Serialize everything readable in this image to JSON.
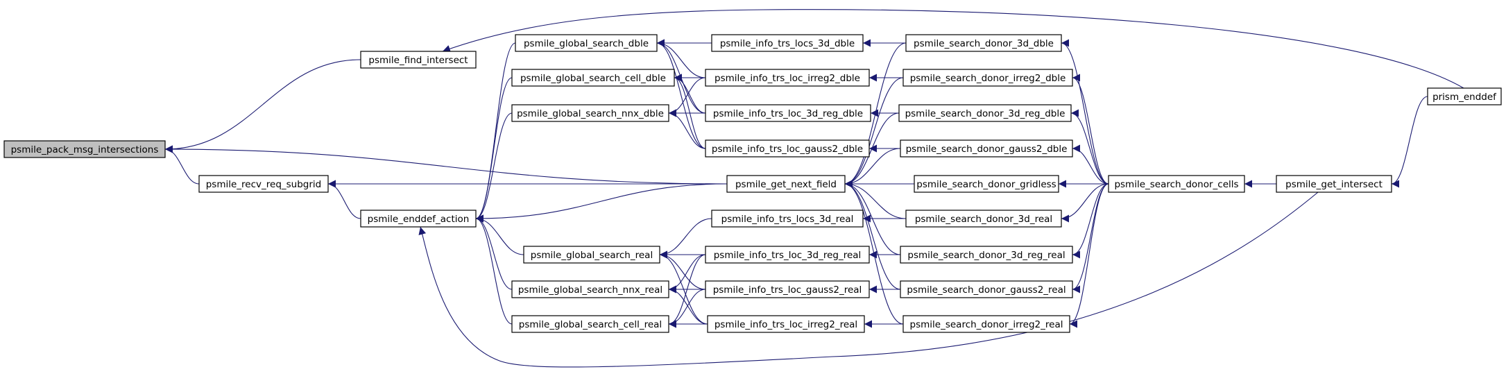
{
  "graph": {
    "edge_color": "#191970",
    "root_fill": "#bfbfbf",
    "nodes": [
      {
        "id": "pack",
        "label": "psmile_pack_msg_intersections",
        "root": true
      },
      {
        "id": "find",
        "label": "psmile_find_intersect"
      },
      {
        "id": "recv",
        "label": "psmile_recv_req_subgrid"
      },
      {
        "id": "enddef_action",
        "label": "psmile_enddef_action"
      },
      {
        "id": "gs_dble",
        "label": "psmile_global_search_dble"
      },
      {
        "id": "gs_cell_dble",
        "label": "psmile_global_search_cell_dble"
      },
      {
        "id": "gs_nnx_dble",
        "label": "psmile_global_search_nnx_dble"
      },
      {
        "id": "gs_real",
        "label": "psmile_global_search_real"
      },
      {
        "id": "gs_nnx_real",
        "label": "psmile_global_search_nnx_real"
      },
      {
        "id": "gs_cell_real",
        "label": "psmile_global_search_cell_real"
      },
      {
        "id": "i_locs3d_dble",
        "label": "psmile_info_trs_locs_3d_dble"
      },
      {
        "id": "i_irreg2_dble",
        "label": "psmile_info_trs_loc_irreg2_dble"
      },
      {
        "id": "i_3dreg_dble",
        "label": "psmile_info_trs_loc_3d_reg_dble"
      },
      {
        "id": "i_gauss2_dble",
        "label": "psmile_info_trs_loc_gauss2_dble"
      },
      {
        "id": "next_field",
        "label": "psmile_get_next_field"
      },
      {
        "id": "i_locs3d_real",
        "label": "psmile_info_trs_locs_3d_real"
      },
      {
        "id": "i_3dreg_real",
        "label": "psmile_info_trs_loc_3d_reg_real"
      },
      {
        "id": "i_gauss2_real",
        "label": "psmile_info_trs_loc_gauss2_real"
      },
      {
        "id": "i_irreg2_real",
        "label": "psmile_info_trs_loc_irreg2_real"
      },
      {
        "id": "d_3d_dble",
        "label": "psmile_search_donor_3d_dble"
      },
      {
        "id": "d_irreg2_dble",
        "label": "psmile_search_donor_irreg2_dble"
      },
      {
        "id": "d_3dreg_dble",
        "label": "psmile_search_donor_3d_reg_dble"
      },
      {
        "id": "d_gauss2_dble",
        "label": "psmile_search_donor_gauss2_dble"
      },
      {
        "id": "d_gridless",
        "label": "psmile_search_donor_gridless"
      },
      {
        "id": "d_3d_real",
        "label": "psmile_search_donor_3d_real"
      },
      {
        "id": "d_3dreg_real",
        "label": "psmile_search_donor_3d_reg_real"
      },
      {
        "id": "d_gauss2_real",
        "label": "psmile_search_donor_gauss2_real"
      },
      {
        "id": "d_irreg2_real",
        "label": "psmile_search_donor_irreg2_real"
      },
      {
        "id": "donor_cells",
        "label": "psmile_search_donor_cells"
      },
      {
        "id": "get_intersect",
        "label": "psmile_get_intersect"
      },
      {
        "id": "prism_enddef",
        "label": "prism_enddef"
      }
    ],
    "edges": [
      [
        "find",
        "pack"
      ],
      [
        "recv",
        "pack"
      ],
      [
        "next_field",
        "pack"
      ],
      [
        "enddef_action",
        "recv"
      ],
      [
        "next_field",
        "recv"
      ],
      [
        "prism_enddef",
        "find"
      ],
      [
        "gs_dble",
        "enddef_action"
      ],
      [
        "gs_cell_dble",
        "enddef_action"
      ],
      [
        "gs_nnx_dble",
        "enddef_action"
      ],
      [
        "gs_real",
        "enddef_action"
      ],
      [
        "gs_nnx_real",
        "enddef_action"
      ],
      [
        "gs_cell_real",
        "enddef_action"
      ],
      [
        "next_field",
        "enddef_action"
      ],
      [
        "get_intersect",
        "enddef_action"
      ],
      [
        "i_locs3d_dble",
        "gs_dble"
      ],
      [
        "i_irreg2_dble",
        "gs_dble"
      ],
      [
        "i_3dreg_dble",
        "gs_dble"
      ],
      [
        "i_gauss2_dble",
        "gs_dble"
      ],
      [
        "i_irreg2_dble",
        "gs_cell_dble"
      ],
      [
        "i_3dreg_dble",
        "gs_cell_dble"
      ],
      [
        "i_gauss2_dble",
        "gs_cell_dble"
      ],
      [
        "i_irreg2_dble",
        "gs_nnx_dble"
      ],
      [
        "i_3dreg_dble",
        "gs_nnx_dble"
      ],
      [
        "i_gauss2_dble",
        "gs_nnx_dble"
      ],
      [
        "i_locs3d_real",
        "gs_real"
      ],
      [
        "i_3dreg_real",
        "gs_real"
      ],
      [
        "i_gauss2_real",
        "gs_real"
      ],
      [
        "i_irreg2_real",
        "gs_real"
      ],
      [
        "i_3dreg_real",
        "gs_nnx_real"
      ],
      [
        "i_gauss2_real",
        "gs_nnx_real"
      ],
      [
        "i_irreg2_real",
        "gs_nnx_real"
      ],
      [
        "i_3dreg_real",
        "gs_cell_real"
      ],
      [
        "i_gauss2_real",
        "gs_cell_real"
      ],
      [
        "i_irreg2_real",
        "gs_cell_real"
      ],
      [
        "d_3d_dble",
        "i_locs3d_dble"
      ],
      [
        "d_irreg2_dble",
        "i_irreg2_dble"
      ],
      [
        "d_3dreg_dble",
        "i_3dreg_dble"
      ],
      [
        "d_gauss2_dble",
        "i_gauss2_dble"
      ],
      [
        "d_3d_real",
        "i_locs3d_real"
      ],
      [
        "d_3dreg_real",
        "i_3dreg_real"
      ],
      [
        "d_gauss2_real",
        "i_gauss2_real"
      ],
      [
        "d_irreg2_real",
        "i_irreg2_real"
      ],
      [
        "d_3d_dble",
        "next_field"
      ],
      [
        "d_irreg2_dble",
        "next_field"
      ],
      [
        "d_3dreg_dble",
        "next_field"
      ],
      [
        "d_gauss2_dble",
        "next_field"
      ],
      [
        "d_gridless",
        "next_field"
      ],
      [
        "d_3d_real",
        "next_field"
      ],
      [
        "d_3dreg_real",
        "next_field"
      ],
      [
        "d_gauss2_real",
        "next_field"
      ],
      [
        "d_irreg2_real",
        "next_field"
      ],
      [
        "donor_cells",
        "d_3d_dble"
      ],
      [
        "donor_cells",
        "d_irreg2_dble"
      ],
      [
        "donor_cells",
        "d_3dreg_dble"
      ],
      [
        "donor_cells",
        "d_gauss2_dble"
      ],
      [
        "donor_cells",
        "d_gridless"
      ],
      [
        "donor_cells",
        "d_3d_real"
      ],
      [
        "donor_cells",
        "d_3dreg_real"
      ],
      [
        "donor_cells",
        "d_gauss2_real"
      ],
      [
        "donor_cells",
        "d_irreg2_real"
      ],
      [
        "get_intersect",
        "donor_cells"
      ],
      [
        "prism_enddef",
        "get_intersect"
      ]
    ]
  }
}
